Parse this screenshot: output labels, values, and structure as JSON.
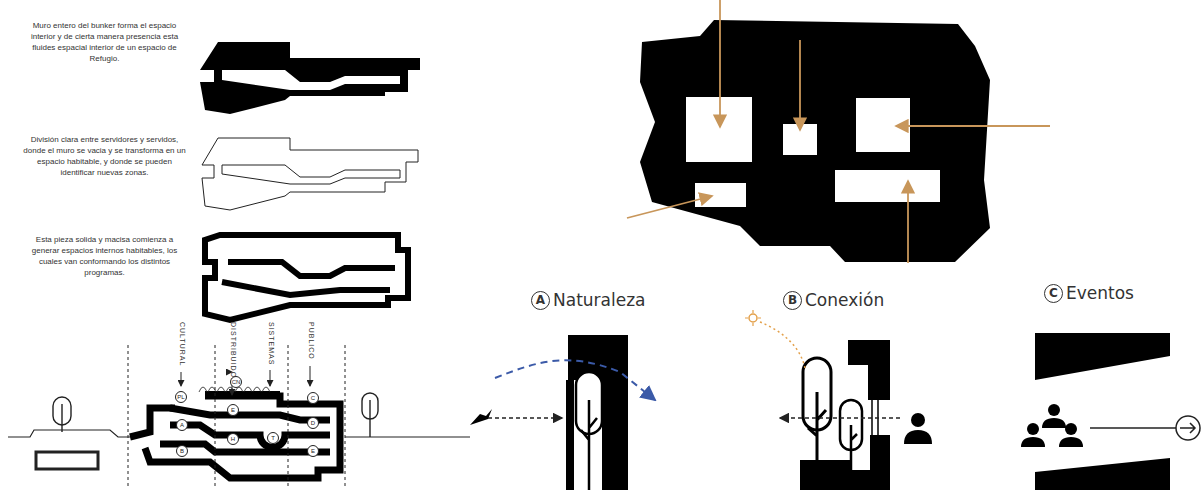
{
  "diagram": {
    "nodes": [
      {
        "text": [
          "PL"
        ]
      },
      {
        "text": [
          "CN"
        ]
      },
      {
        "text": [
          "A"
        ]
      },
      {
        "text": [
          "B"
        ]
      },
      {
        "text": [
          "E"
        ]
      },
      {
        "text": [
          "H"
        ]
      },
      {
        "text": [
          "T"
        ]
      },
      {
        "text": [
          "C"
        ]
      },
      {
        "text": [
          "D"
        ]
      },
      {
        "text": [
          "E"
        ]
      },
      {
        "text": [
          "A",
          "Naturaleza"
        ]
      },
      {
        "text": [
          "B",
          "Conexión"
        ]
      },
      {
        "text": [
          "C",
          "Eventos"
        ]
      }
    ],
    "edges": [],
    "labels": [
      "Muro entero del bunker forma el espacio interior y de cierta manera presencia esta fluides espacial interior de un espacio de Refugio.",
      "División clara entre servidores y servidos, donde el muro se vacia y se transforma en un espacio habitable, y donde se pueden identificar nuevas zonas.",
      "Esta pieza solida y macisa comienza a generar espacios internos habitables, los cuales van conformando los distintos programas.",
      "CULTURAL",
      "DISTRIBUIDOR",
      "SISTEMAS",
      "PUBLICO"
    ]
  }
}
